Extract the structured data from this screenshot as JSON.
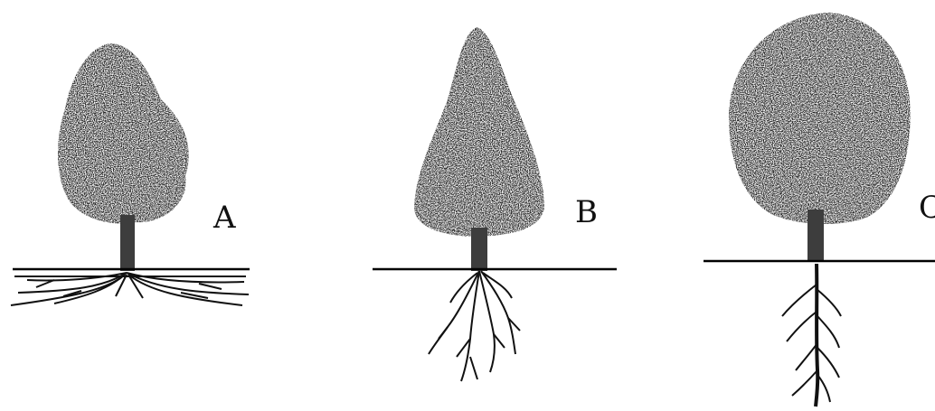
{
  "panels": [
    {
      "label": "A",
      "root_type": "shallow-spreading"
    },
    {
      "label": "B",
      "root_type": "fibrous-deep"
    },
    {
      "label": "C",
      "root_type": "taproot"
    }
  ],
  "colors": {
    "foliage": "#2a2a2a",
    "trunk": "#3d3d3d",
    "ground": "#000000",
    "roots": "#222222"
  }
}
